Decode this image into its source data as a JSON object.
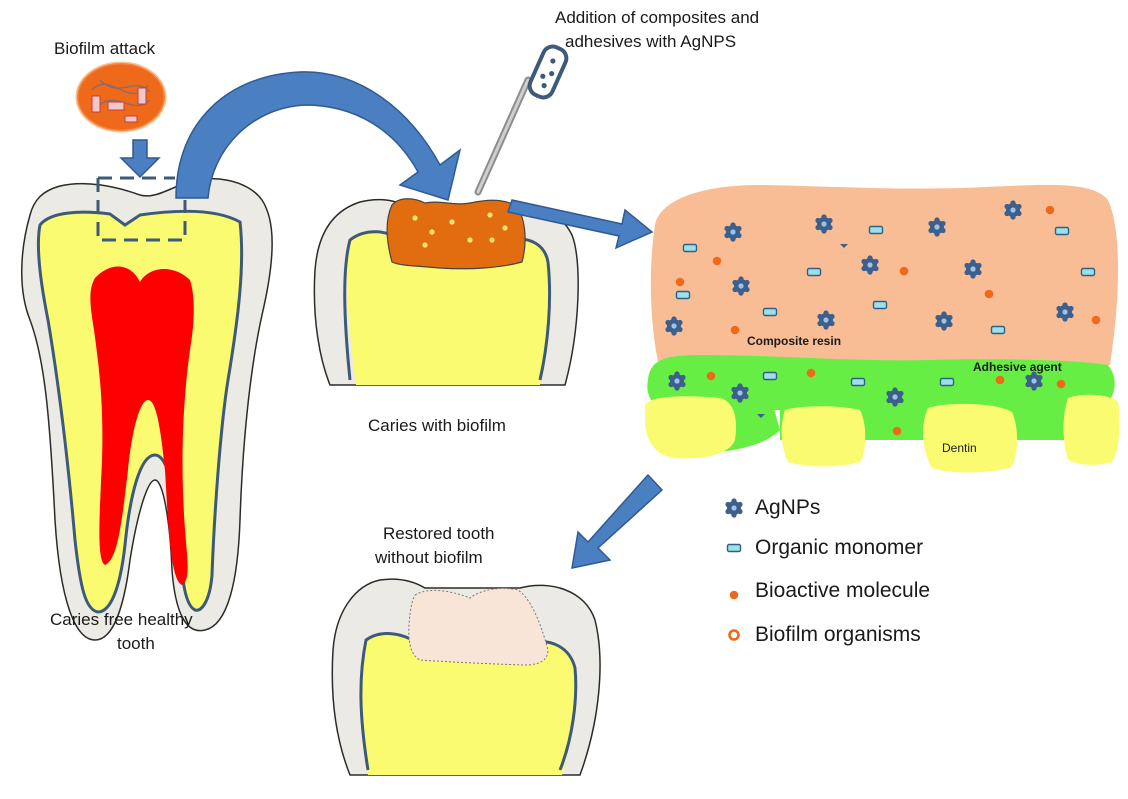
{
  "labels": {
    "biofilm_attack": "Biofilm attack",
    "addition_line1": "Addition of composites and",
    "addition_line2": "adhesives with AgNPS",
    "caries_with_biofilm": "Caries with biofilm",
    "healthy_line1": "Caries free healthy",
    "healthy_line2": "tooth",
    "restored_line1": "Restored tooth",
    "restored_line2": "without biofilm",
    "composite_resin": "Composite resin",
    "adhesive_agent": "Adhesive agent",
    "dentin": "Dentin"
  },
  "legend": [
    {
      "icon": "agnp-icon",
      "label": "AgNPs"
    },
    {
      "icon": "organic-monomer-icon",
      "label": "Organic monomer"
    },
    {
      "icon": "bioactive-molecule-icon",
      "label": "Bioactive molecule"
    },
    {
      "icon": "biofilm-organism-icon",
      "label": "Biofilm organisms"
    }
  ],
  "colors": {
    "enamel": "#eceae4",
    "outline": "#3d5a78",
    "dentin_yellow": "#fbfb72",
    "pulp_red": "#ff0000",
    "arrow_blue": "#4a7fc1",
    "caries_orange": "#e26d10",
    "composite_peach": "#f8bd95",
    "adhesive_green": "#66ee44",
    "restoration_pink": "#f9e4d8",
    "agnp_blue": "#3d5f8c",
    "monomer_teal": "#9fe0e6",
    "bioactive_orange": "#ee6a1a"
  }
}
